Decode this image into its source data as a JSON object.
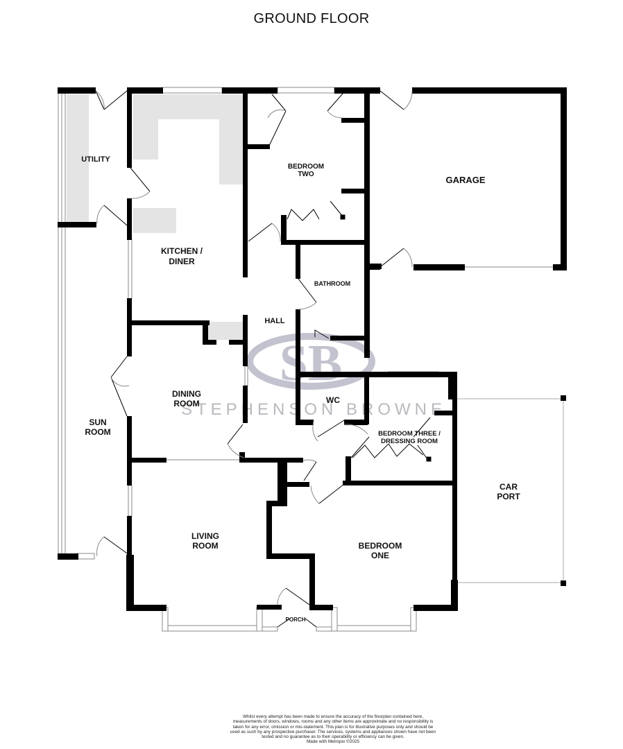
{
  "title": "GROUND FLOOR",
  "colors": {
    "wall": "#000000",
    "fixture": "#e4e4e4",
    "watermark": "#b9b9c8",
    "window_line": "#888888"
  },
  "rooms": {
    "utility": "UTILITY",
    "kitchen_l1": "KITCHEN /",
    "kitchen_l2": "DINER",
    "bedroom_two_l1": "BEDROOM",
    "bedroom_two_l2": "TWO",
    "garage": "GARAGE",
    "bathroom": "BATHROOM",
    "hall": "HALL",
    "dining_l1": "DINING",
    "dining_l2": "ROOM",
    "wc": "WC",
    "bedroom_three_l1": "BEDROOM THREE /",
    "bedroom_three_l2": "DRESSING ROOM",
    "sun_l1": "SUN",
    "sun_l2": "ROOM",
    "car_port_l1": "CAR",
    "car_port_l2": "PORT",
    "living_l1": "LIVING",
    "living_l2": "ROOM",
    "bedroom_one_l1": "BEDROOM",
    "bedroom_one_l2": "ONE",
    "porch": "PORCH"
  },
  "watermark": {
    "monogram": "SB",
    "brand": "STEPHENSON BROWNE"
  },
  "disclaimer": {
    "text": "Whilst every attempt has been made to ensure the accuracy of the floorplan contained here, measurements of doors, windows, rooms and any other items are approximate and no responsibility is taken for any error, omission or mis-statement. This plan is for illustrative purposes only and should be used as such by any prospective purchaser. The services, systems and appliances shown have not been tested and no guarantee as to their operability or efficiency can be given.",
    "credit": "Made with Metropix ©2025"
  }
}
